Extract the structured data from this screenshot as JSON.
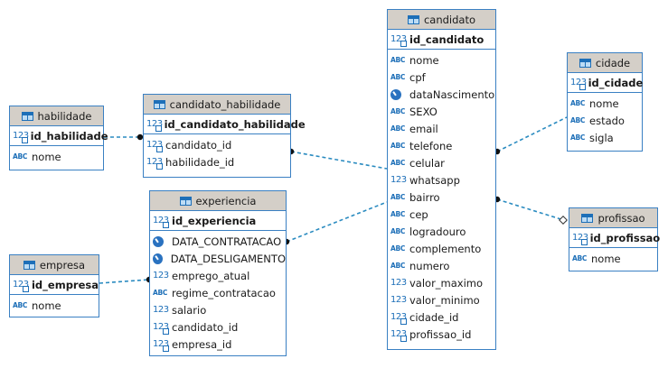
{
  "diagram": {
    "entities": {
      "habilidade": {
        "title": "habilidade",
        "pk": {
          "icon": "numeric-key-icon",
          "name": "id_habilidade"
        },
        "fields": [
          {
            "icon": "text-type-icon",
            "name": "nome"
          }
        ]
      },
      "candidato_habilidade": {
        "title": "candidato_habilidade",
        "pk": {
          "icon": "numeric-key-icon",
          "name": "id_candidato_habilidade"
        },
        "fields": [
          {
            "icon": "numeric-fk-icon",
            "name": "candidato_id"
          },
          {
            "icon": "numeric-fk-icon",
            "name": "habilidade_id"
          }
        ]
      },
      "experiencia": {
        "title": "experiencia",
        "pk": {
          "icon": "numeric-key-icon",
          "name": "id_experiencia"
        },
        "fields": [
          {
            "icon": "date-clock-icon",
            "name": "DATA_CONTRATACAO"
          },
          {
            "icon": "date-clock-icon",
            "name": "DATA_DESLIGAMENTO"
          },
          {
            "icon": "numeric-type-icon",
            "name": "emprego_atual"
          },
          {
            "icon": "text-type-icon",
            "name": "regime_contratacao"
          },
          {
            "icon": "numeric-type-icon",
            "name": "salario"
          },
          {
            "icon": "numeric-fk-icon",
            "name": "candidato_id"
          },
          {
            "icon": "numeric-fk-icon",
            "name": "empresa_id"
          }
        ]
      },
      "empresa": {
        "title": "empresa",
        "pk": {
          "icon": "numeric-key-icon",
          "name": "id_empresa"
        },
        "fields": [
          {
            "icon": "text-type-icon",
            "name": "nome"
          }
        ]
      },
      "candidato": {
        "title": "candidato",
        "pk": {
          "icon": "numeric-key-icon",
          "name": "id_candidato"
        },
        "fields": [
          {
            "icon": "text-type-icon",
            "name": "nome"
          },
          {
            "icon": "text-type-icon",
            "name": "cpf"
          },
          {
            "icon": "date-clock-icon",
            "name": "dataNascimento"
          },
          {
            "icon": "text-type-icon",
            "name": "SEXO"
          },
          {
            "icon": "text-type-icon",
            "name": "email"
          },
          {
            "icon": "text-type-icon",
            "name": "telefone"
          },
          {
            "icon": "text-type-icon",
            "name": "celular"
          },
          {
            "icon": "numeric-type-icon",
            "name": "whatsapp"
          },
          {
            "icon": "text-type-icon",
            "name": "bairro"
          },
          {
            "icon": "text-type-icon",
            "name": "cep"
          },
          {
            "icon": "text-type-icon",
            "name": "logradouro"
          },
          {
            "icon": "text-type-icon",
            "name": "complemento"
          },
          {
            "icon": "text-type-icon",
            "name": "numero"
          },
          {
            "icon": "numeric-type-icon",
            "name": "valor_maximo"
          },
          {
            "icon": "numeric-type-icon",
            "name": "valor_minimo"
          },
          {
            "icon": "numeric-fk-icon",
            "name": "cidade_id"
          },
          {
            "icon": "numeric-fk-icon",
            "name": "profissao_id"
          }
        ]
      },
      "cidade": {
        "title": "cidade",
        "pk": {
          "icon": "numeric-key-icon",
          "name": "id_cidade"
        },
        "fields": [
          {
            "icon": "text-type-icon",
            "name": "nome"
          },
          {
            "icon": "text-type-icon",
            "name": "estado"
          },
          {
            "icon": "text-type-icon",
            "name": "sigla"
          }
        ]
      },
      "profissao": {
        "title": "profissao",
        "pk": {
          "icon": "numeric-key-icon",
          "name": "id_profissao"
        },
        "fields": [
          {
            "icon": "text-type-icon",
            "name": "nome"
          }
        ]
      }
    },
    "icon_glyphs": {
      "numeric-key-icon": "123",
      "numeric-fk-icon": "123",
      "numeric-type-icon": "123",
      "text-type-icon": "ABC",
      "date-clock-icon": ""
    },
    "relationships": [
      {
        "from": "candidato_habilidade",
        "to": "habilidade",
        "end": "many"
      },
      {
        "from": "candidato_habilidade",
        "to": "candidato",
        "end": "many"
      },
      {
        "from": "experiencia",
        "to": "candidato",
        "end": "many"
      },
      {
        "from": "experiencia",
        "to": "empresa",
        "end": "many"
      },
      {
        "from": "candidato",
        "to": "cidade",
        "end": "many"
      },
      {
        "from": "candidato",
        "to": "profissao",
        "end": "optional"
      }
    ],
    "colors": {
      "border": "#3a80c3",
      "header": "#d4cfc8",
      "link": "#2a8bc0",
      "icon": "#1d6fb8"
    }
  }
}
